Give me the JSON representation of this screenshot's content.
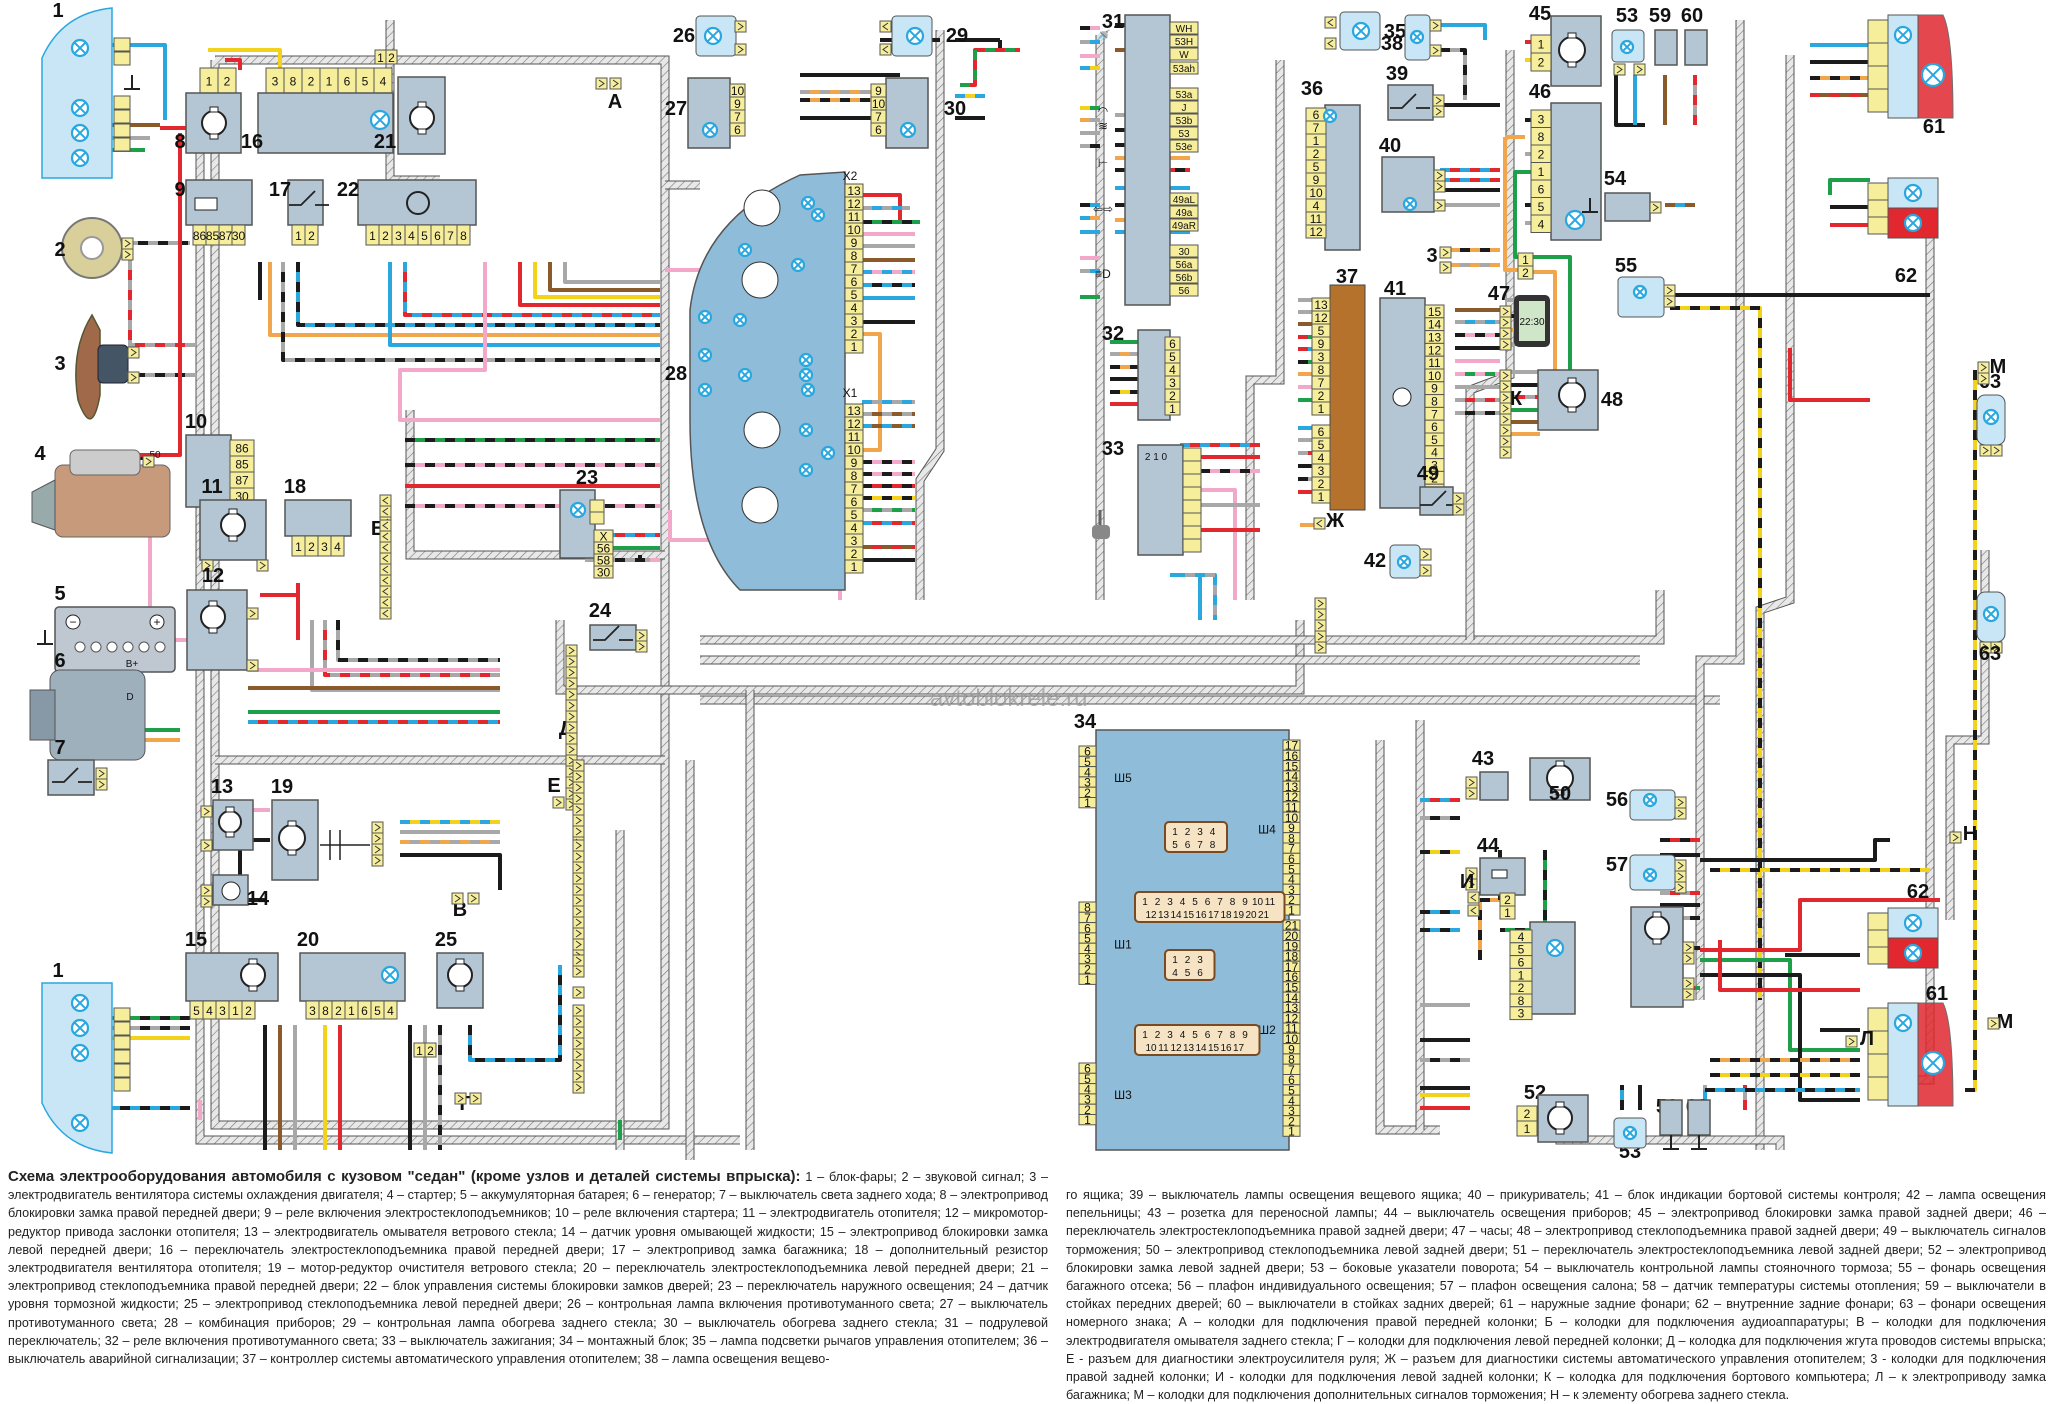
{
  "diagram": {
    "title": "Схема электрооборудования автомобиля с кузовом \"седан\" (кроме узлов и деталей системы впрыска)",
    "watermark": "avtoblokrele.ru",
    "colors": {
      "component_fill": "#b4c6d4",
      "module_fill": "#8fbcd8",
      "connector_fill": "#f7ee9c",
      "lamp": "#2aa7df",
      "controller_37": "#b5722d",
      "taillight_red": "#e0282e",
      "harness": "#8a8a8a",
      "wire_blue": "#2aa7df",
      "wire_red": "#e0282e",
      "wire_yellow": "#f3d21b",
      "wire_green": "#1ea04a",
      "wire_brown": "#8b5a2b",
      "wire_orange": "#f2a64b",
      "wire_pink": "#f1a8c9",
      "wire_gray": "#a8a8a8",
      "wire_black": "#1b1b1b"
    },
    "components": [
      {
        "id": "1",
        "name": "блок-фары",
        "labels": []
      },
      {
        "id": "2",
        "name": "звуковой сигнал",
        "labels": []
      },
      {
        "id": "3",
        "name": "электродвигатель вентилятора",
        "labels": []
      },
      {
        "id": "4",
        "name": "стартер",
        "labels": [
          "50"
        ]
      },
      {
        "id": "5",
        "name": "аккумуляторная батарея",
        "labels": [
          "−",
          "+"
        ]
      },
      {
        "id": "6",
        "name": "генератор",
        "labels": [
          "B+",
          "D"
        ]
      },
      {
        "id": "7",
        "name": "выключатель света заднего хода",
        "labels": []
      },
      {
        "id": "8",
        "name": "электропривод блокировки",
        "labels": [
          "1",
          "2"
        ]
      },
      {
        "id": "9",
        "name": "реле стеклоподъемников",
        "labels": [
          "86",
          "85",
          "87",
          "30"
        ]
      },
      {
        "id": "10",
        "name": "реле стартера",
        "labels": [
          "86",
          "85",
          "87",
          "30"
        ]
      },
      {
        "id": "11",
        "name": "электродвигатель отопителя",
        "labels": []
      },
      {
        "id": "12",
        "name": "микромотор-редуктор",
        "labels": []
      },
      {
        "id": "13",
        "name": "омыватель",
        "labels": []
      },
      {
        "id": "14",
        "name": "датчик уровня",
        "labels": []
      },
      {
        "id": "15",
        "name": "электропривод замка",
        "labels": [
          "5",
          "4",
          "3",
          "1",
          "2"
        ]
      },
      {
        "id": "16",
        "name": "переключатель стеклоподъемника",
        "labels": [
          "3",
          "8",
          "2",
          "1",
          "6",
          "5",
          "4"
        ]
      },
      {
        "id": "17",
        "name": "электропривод замка багажника",
        "labels": [
          "1",
          "2"
        ]
      },
      {
        "id": "18",
        "name": "дополнительный резистор",
        "labels": [
          "1",
          "2",
          "3",
          "4"
        ]
      },
      {
        "id": "19",
        "name": "мотор-редуктор очистителя",
        "labels": []
      },
      {
        "id": "20",
        "name": "переключатель стеклоподъемника",
        "labels": [
          "3",
          "8",
          "2",
          "1",
          "6",
          "5",
          "4"
        ]
      },
      {
        "id": "21",
        "name": "электропривод стеклоподъемника",
        "labels": [
          "1",
          "2"
        ]
      },
      {
        "id": "22",
        "name": "блок управления блокировкой",
        "labels": [
          "1",
          "2",
          "3",
          "4",
          "5",
          "6",
          "7",
          "8"
        ]
      },
      {
        "id": "23",
        "name": "переключатель наружного освещения",
        "labels": [
          "X",
          "56",
          "58",
          "30"
        ]
      },
      {
        "id": "24",
        "name": "датчик тормозной жидкости",
        "labels": []
      },
      {
        "id": "25",
        "name": "электропривод стеклоподъемника",
        "labels": [
          "1",
          "2"
        ]
      },
      {
        "id": "26",
        "name": "лампа противотуманного света",
        "labels": []
      },
      {
        "id": "27",
        "name": "выключатель противотуманного света",
        "labels": [
          "10",
          "9",
          "7",
          "6"
        ]
      },
      {
        "id": "28",
        "name": "комбинация приборов",
        "labels": [
          "X2",
          "X1"
        ]
      },
      {
        "id": "29",
        "name": "лампа обогрева",
        "labels": []
      },
      {
        "id": "30",
        "name": "выключатель обогрева",
        "labels": [
          "9",
          "10",
          "7",
          "6"
        ]
      },
      {
        "id": "31",
        "name": "подрулевой переключатель",
        "labels": [
          "WH",
          "53H",
          "W",
          "53ah",
          "53a",
          "J",
          "53b",
          "53",
          "53e",
          "49aL",
          "49a",
          "49aR",
          "30",
          "56a",
          "56b",
          "56"
        ]
      },
      {
        "id": "32",
        "name": "реле противотуманного света",
        "labels": [
          "6",
          "5",
          "4",
          "3",
          "2",
          "1"
        ]
      },
      {
        "id": "33",
        "name": "выключатель зажигания",
        "labels": [
          "2 1 0"
        ]
      },
      {
        "id": "34",
        "name": "монтажный блок",
        "labels": [
          "Ш5",
          "Ш1",
          "Ш3",
          "Ш4",
          "Ш2"
        ]
      },
      {
        "id": "35",
        "name": "лампа подсветки",
        "labels": []
      },
      {
        "id": "36",
        "name": "аварийная сигнализация",
        "labels": [
          "6",
          "7",
          "1",
          "2",
          "5",
          "9",
          "10",
          "4",
          "11",
          "12"
        ]
      },
      {
        "id": "37",
        "name": "контроллер",
        "labels": [
          "13",
          "12",
          "5",
          "9",
          "3",
          "8",
          "7",
          "2",
          "1",
          "6",
          "5",
          "4",
          "3",
          "2",
          "1"
        ]
      },
      {
        "id": "38",
        "name": "лампа вещевого ящика",
        "labels": []
      },
      {
        "id": "39",
        "name": "выключатель лампы",
        "labels": []
      },
      {
        "id": "40",
        "name": "прикуриватель",
        "labels": []
      },
      {
        "id": "41",
        "name": "блок индикации",
        "labels": [
          "15",
          "14",
          "13",
          "12",
          "11",
          "10",
          "9",
          "8",
          "7",
          "6",
          "5",
          "4",
          "3",
          "2",
          "1"
        ]
      },
      {
        "id": "42",
        "name": "лампа пепельницы",
        "labels": []
      },
      {
        "id": "43",
        "name": "розетка",
        "labels": []
      },
      {
        "id": "44",
        "name": "выключатель освещения приборов",
        "labels": []
      },
      {
        "id": "45",
        "name": "электропривод блокировки",
        "labels": [
          "1",
          "2"
        ]
      },
      {
        "id": "46",
        "name": "переключатель стеклоподъемника",
        "labels": [
          "3",
          "8",
          "2",
          "1",
          "6",
          "5",
          "4"
        ]
      },
      {
        "id": "47",
        "name": "часы",
        "labels": [
          "22:30"
        ]
      },
      {
        "id": "48",
        "name": "электропривод стеклоподъемника",
        "labels": []
      },
      {
        "id": "49",
        "name": "выключатель сигналов торможения",
        "labels": []
      },
      {
        "id": "50",
        "name": "электропривод стеклоподъемника",
        "labels": []
      },
      {
        "id": "51",
        "name": "переключатель стеклоподъемника",
        "labels": [
          "4",
          "5",
          "6",
          "1",
          "2",
          "8",
          "3"
        ]
      },
      {
        "id": "52",
        "name": "электропривод блокировки",
        "labels": [
          "2",
          "1"
        ]
      },
      {
        "id": "53",
        "name": "указатели поворота",
        "labels": []
      },
      {
        "id": "54",
        "name": "выключатель стояночного тормоза",
        "labels": []
      },
      {
        "id": "55",
        "name": "фонарь багажного отсека",
        "labels": []
      },
      {
        "id": "56",
        "name": "плафон индивидуального освещения",
        "labels": []
      },
      {
        "id": "57",
        "name": "плафон освещения салона",
        "labels": []
      },
      {
        "id": "58",
        "name": "датчик температуры",
        "labels": []
      },
      {
        "id": "59",
        "name": "выключатель передних дверей",
        "labels": []
      },
      {
        "id": "60",
        "name": "выключатель задних дверей",
        "labels": []
      },
      {
        "id": "61",
        "name": "наружные задние фонари",
        "labels": []
      },
      {
        "id": "62",
        "name": "внутренние задние фонари",
        "labels": []
      },
      {
        "id": "63",
        "name": "фонари номерного знака",
        "labels": []
      }
    ],
    "connector_letters": [
      "А",
      "Б",
      "В",
      "Г",
      "Д",
      "Е",
      "Ж",
      "3",
      "И",
      "К",
      "Л",
      "М",
      "Н"
    ],
    "mounting_block": {
      "label": "34",
      "blocks": [
        {
          "name": "Ш5",
          "pins": [
            "6",
            "5",
            "4",
            "3",
            "2",
            "1"
          ]
        },
        {
          "name": "Ш1",
          "pins": [
            "8",
            "7",
            "6",
            "5",
            "4",
            "3",
            "2",
            "1"
          ]
        },
        {
          "name": "Ш3",
          "pins": [
            "6",
            "5",
            "4",
            "3",
            "2",
            "1"
          ]
        },
        {
          "name": "Ш4",
          "pins": [
            "17",
            "16",
            "15",
            "14",
            "13",
            "12",
            "11",
            "10",
            "9",
            "8",
            "7",
            "6",
            "5",
            "4",
            "3",
            "2",
            "1"
          ]
        },
        {
          "name": "Ш2",
          "pins": [
            "21",
            "20",
            "19",
            "18",
            "17",
            "16",
            "15",
            "14",
            "13",
            "12",
            "11",
            "10",
            "9",
            "8",
            "7",
            "6",
            "5",
            "4",
            "3",
            "2",
            "1"
          ]
        }
      ],
      "sockets": [
        {
          "rows": [
            [
              "1",
              "2",
              "3",
              "4"
            ],
            [
              "5",
              "6",
              "7",
              "8"
            ]
          ]
        },
        {
          "rows": [
            [
              "1",
              "2",
              "3",
              "4",
              "5",
              "6",
              "7",
              "8",
              "9",
              "10",
              "11"
            ],
            [
              "12",
              "13",
              "14",
              "15",
              "16",
              "17",
              "18",
              "19",
              "20",
              "21"
            ]
          ]
        },
        {
          "rows": [
            [
              "1",
              "2",
              "3"
            ],
            [
              "4",
              "5",
              "6"
            ]
          ]
        },
        {
          "rows": [
            [
              "1",
              "2",
              "3",
              "4",
              "5",
              "6",
              "7",
              "8",
              "9"
            ],
            [
              "10",
              "11",
              "12",
              "13",
              "14",
              "15",
              "16",
              "17"
            ]
          ]
        }
      ]
    },
    "cluster_28": {
      "x2_pins": [
        "13",
        "12",
        "11",
        "10",
        "9",
        "8",
        "7",
        "6",
        "5",
        "4",
        "3",
        "2",
        "1"
      ],
      "x1_pins": [
        "13",
        "12",
        "11",
        "10",
        "9",
        "8",
        "7",
        "6",
        "5",
        "4",
        "3",
        "2",
        "1"
      ]
    }
  },
  "caption": {
    "title": "Схема электрооборудования автомобиля с кузовом \"седан\" (кроме узлов и деталей системы впрыска):",
    "left": " 1 – блок-фары; 2 – звуковой сигнал; 3 – электродвигатель вентилятора системы охлаждения двигателя; 4 – стартер; 5 – аккумуляторная батарея; 6 – генератор; 7 – выключатель света заднего хода; 8 – электропривод блокировки замка правой передней двери; 9 – реле включения электростеклоподъемников; 10 – реле включения стартера; 11 – электродвигатель отопителя; 12 – микромотор-редуктор привода заслонки отопителя; 13 – электродвигатель омывателя ветрового стекла; 14 – датчик уровня омывающей жидкости; 15 – электропривод блокировки замка левой передней двери; 16 – переключатель электростеклоподъемника правой передней двери; 17 – электропривод замка багажника; 18 – дополнительный резистор электродвигателя вентилятора отопителя; 19 – мотор-редуктор очистителя ветрового стекла; 20 – переключатель электростеклоподъемника левой передней двери; 21 – электропривод стеклоподъемника правой передней двери; 22 – блок управления системы блокировки замков дверей; 23 – переключатель наружного освещения; 24 – датчик уровня тормозной жидкости; 25 – электропривод стеклоподъемника левой передней двери; 26 – контрольная лампа включения противотуманного света; 27 – выключатель противотуманного света; 28 – комбинация приборов; 29 – контрольная лампа обогрева заднего стекла; 30 – выключатель обогрева заднего стекла; 31 – подрулевой переключатель; 32 – реле включения противотуманного света; 33 – выключатель зажигания; 34 – монтажный блок; 35 – лампа подсветки рычагов управления отопителем; 36 – выключатель аварийной сигнализации; 37 – контроллер системы автоматического управления отопителем; 38 – лампа освещения вещево-",
    "right": "го ящика; 39 – выключатель лампы освещения вещевого ящика; 40 – прикуриватель; 41 – блок индикации бортовой системы контроля; 42 – лампа освещения пепельницы; 43 – розетка для переносной лампы; 44 – выключатель освещения приборов; 45 – электропривод блокировки замка правой задней двери; 46 – переключатель электростеклоподъемника правой задней двери; 47 – часы; 48 – электропривод стеклоподъемника правой задней двери; 49 – выключатель сигналов торможения; 50 – электропривод стеклоподъемника левой задней двери; 51 – переключатель электростеклоподъемника левой задней двери; 52 – электропривод блокировки замка левой задней двери; 53 – боковые указатели поворота; 54 – выключатель контрольной лампы стояночного тормоза; 55 – фонарь освещения багажного отсека; 56 – плафон индивидуального освещения; 57 – плафон освещения салона; 58 – датчик температуры системы отопления; 59 – выключатели в стойках передних дверей; 60 – выключатели в стойках задних дверей; 61 – наружные задние фонари; 62 – внутренние задние фонари; 63 – фонари освещения номерного знака; А – колодки для подключения правой передней колонки; Б – колодки для подключения аудиоаппаратуры; В – колодки для подключения электродвигателя омывателя заднего стекла; Г – колодки для подключения левой передней колонки; Д – колодка для подключения жгута проводов системы впрыска; Е - разъем для диагностики электроусилителя руля; Ж – разъем для диагностики системы автоматического управления отопителем; 3 - колодки для подключения правой задней колонки; И - колодки для подключения левой задней колонки; К – колодка для подключения бортового компьютера; Л – к электроприводу замка багажника; М – колодки для подключения дополнительных сигналов торможения; Н – к элементу обогрева заднего стекла."
  }
}
